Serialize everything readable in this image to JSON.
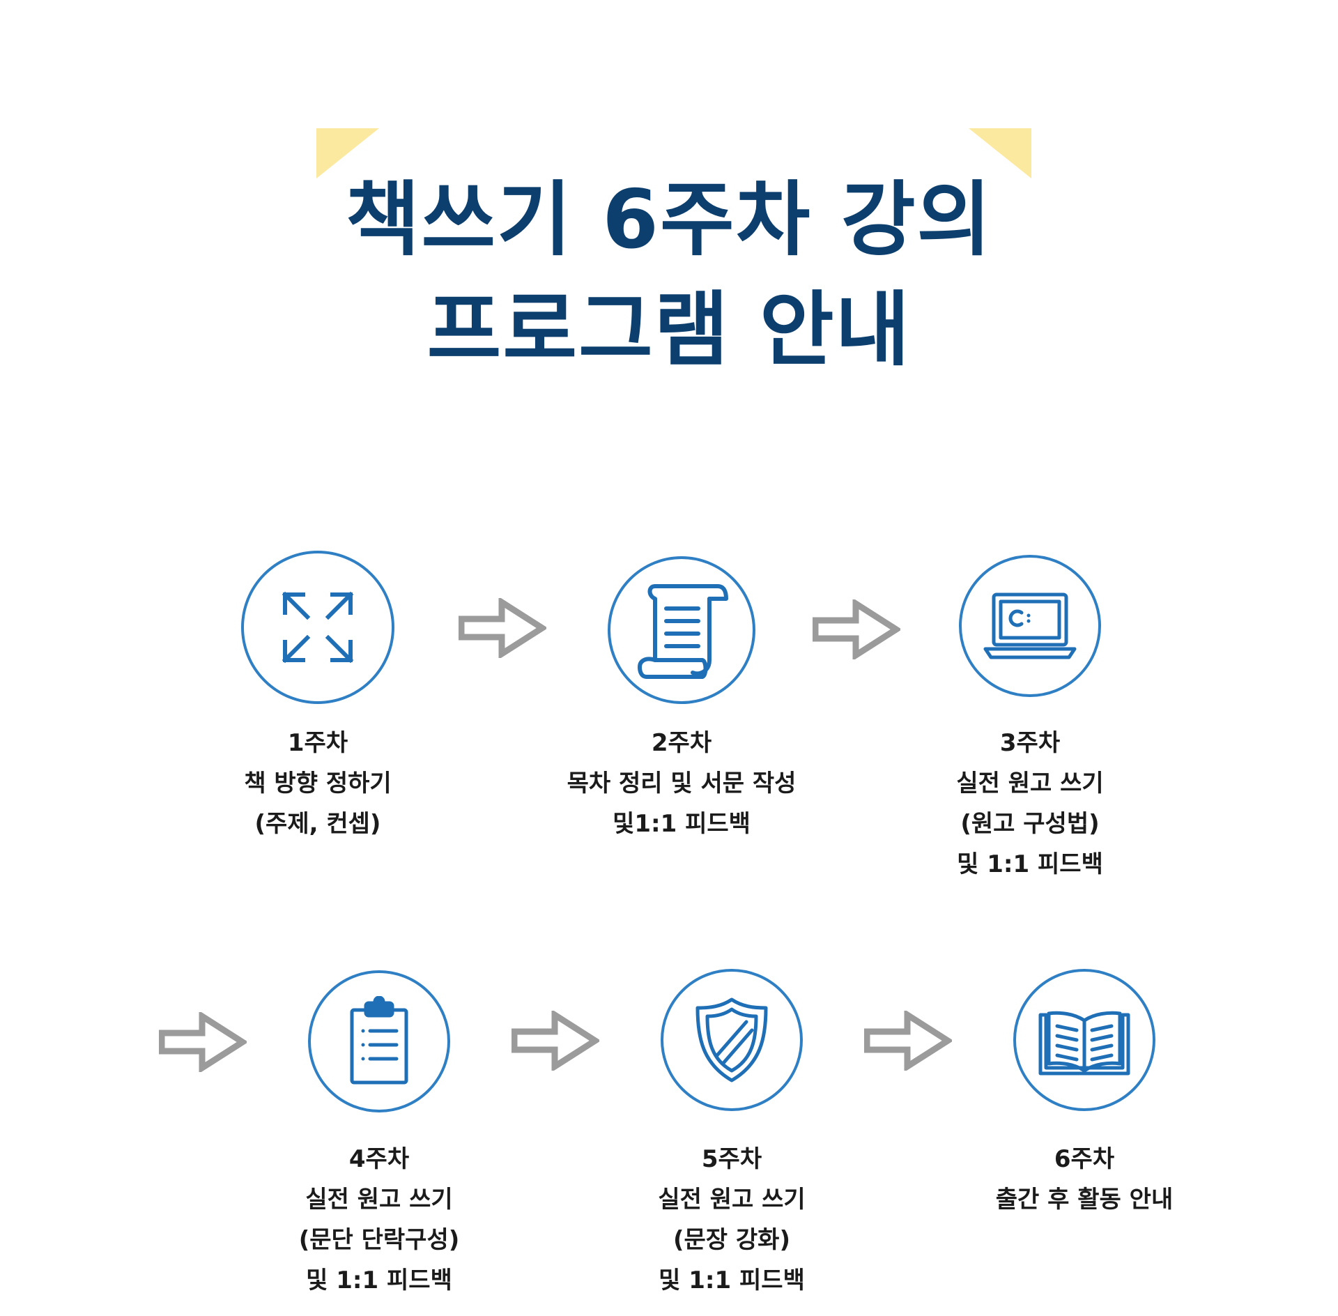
{
  "title": {
    "line1": "책쓰기 6주차 강의",
    "line2": "프로그램 안내"
  },
  "colors": {
    "title": "#0d3f6e",
    "accent_blue": "#2f7fc4",
    "icon_blue": "#1f6fb7",
    "arrow_gray": "#9b9b9b",
    "corner_yellow": "#fce9a0",
    "label_text": "#1b1b1b"
  },
  "steps": [
    {
      "icon": "expand-arrows-icon",
      "lines": [
        "1주차",
        "책 방향 정하기",
        "(주제, 컨셉)"
      ]
    },
    {
      "icon": "scroll-document-icon",
      "lines": [
        "2주차",
        "목차 정리 및 서문 작성",
        "및1:1 피드백"
      ]
    },
    {
      "icon": "laptop-icon",
      "lines": [
        "3주차",
        "실전 원고 쓰기",
        "(원고 구성법)",
        "및 1:1 피드백"
      ]
    },
    {
      "icon": "clipboard-list-icon",
      "lines": [
        "4주차",
        "실전 원고 쓰기",
        "(문단 단락구성)",
        "및 1:1 피드백"
      ]
    },
    {
      "icon": "shield-icon",
      "lines": [
        "5주차",
        "실전 원고 쓰기",
        "(문장 강화)",
        "및 1:1 피드백"
      ]
    },
    {
      "icon": "open-book-icon",
      "lines": [
        "6주차",
        "출간 후 활동 안내"
      ]
    }
  ]
}
